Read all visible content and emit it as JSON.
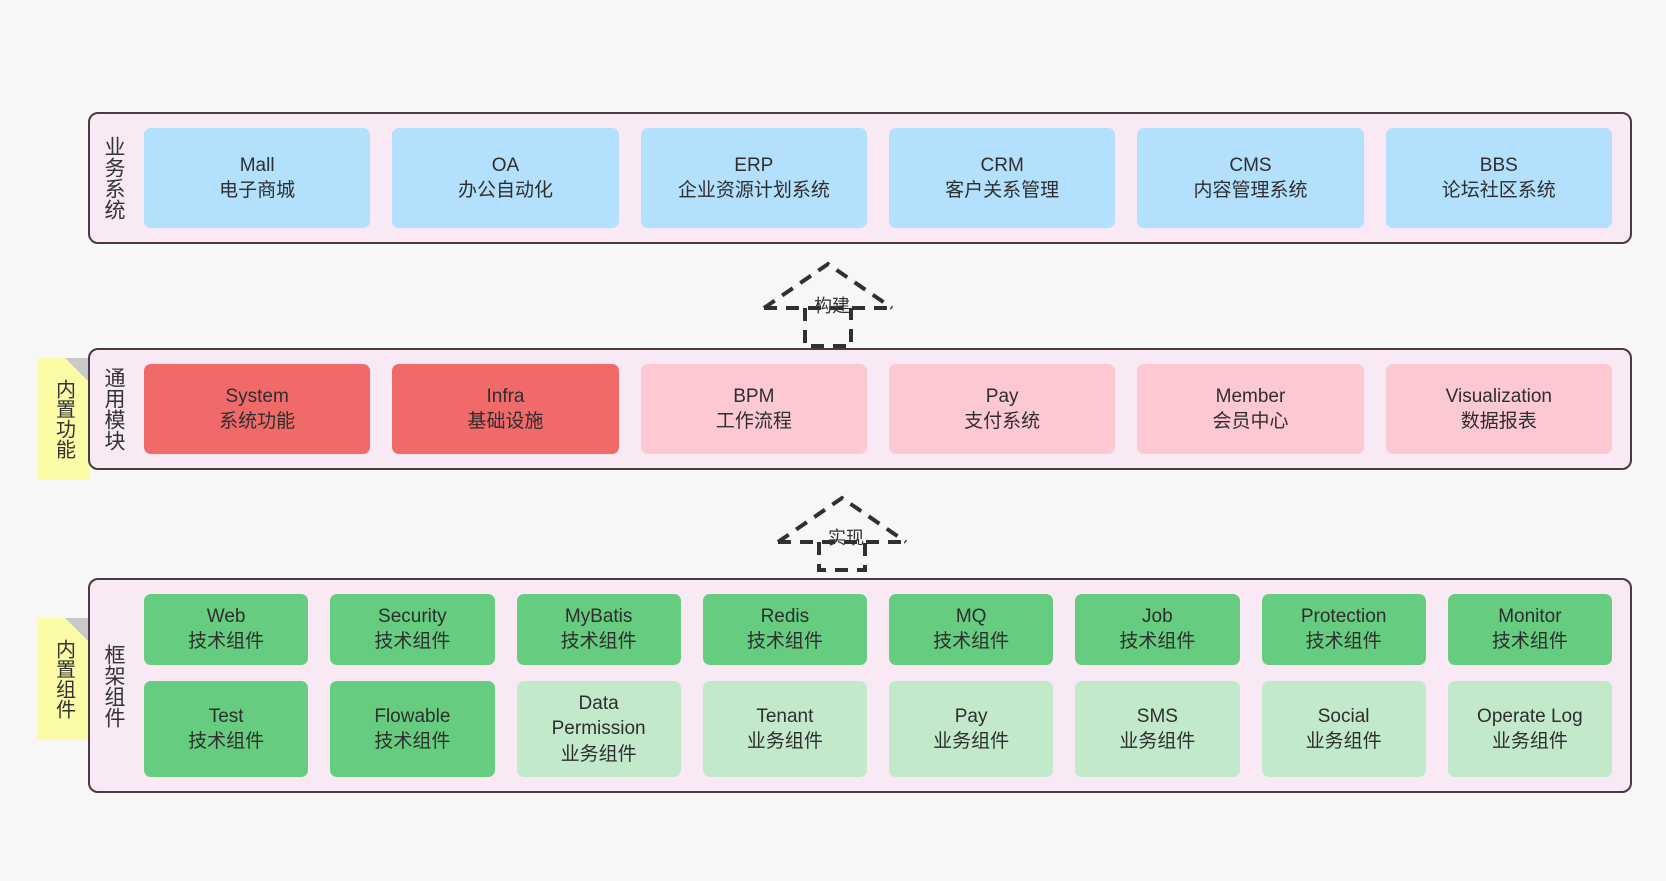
{
  "diagram": {
    "background_color": "#f7f7f7",
    "panel_color": "#f8e9f4",
    "panel_border_color": "#4a3a42",
    "note_color": "#fcfba6",
    "note_fold_color": "#c9c9c9"
  },
  "layers": [
    {
      "title": "业务系统",
      "rows": [
        {
          "nodes": [
            {
              "name": "Mall",
              "desc": "电子商城",
              "color": "#b3e0fc",
              "style": "blue"
            },
            {
              "name": "OA",
              "desc": "办公自动化",
              "color": "#b3e0fc",
              "style": "blue"
            },
            {
              "name": "ERP",
              "desc": "企业资源计划系统",
              "color": "#b3e0fc",
              "style": "blue"
            },
            {
              "name": "CRM",
              "desc": "客户关系管理",
              "color": "#b3e0fc",
              "style": "blue"
            },
            {
              "name": "CMS",
              "desc": "内容管理系统",
              "color": "#b3e0fc",
              "style": "blue"
            },
            {
              "name": "BBS",
              "desc": "论坛社区系统",
              "color": "#b3e0fc",
              "style": "blue"
            }
          ]
        }
      ]
    },
    {
      "title": "通用模块",
      "note": "内置功能",
      "rows": [
        {
          "nodes": [
            {
              "name": "System",
              "desc": "系统功能",
              "color": "#f16a6a",
              "style": "redd"
            },
            {
              "name": "Infra",
              "desc": "基础设施",
              "color": "#f16a6a",
              "style": "redd"
            },
            {
              "name": "BPM",
              "desc": "工作流程",
              "color": "#fcc9d3",
              "style": "pinkk"
            },
            {
              "name": "Pay",
              "desc": "支付系统",
              "color": "#fcc9d3",
              "style": "pinkk"
            },
            {
              "name": "Member",
              "desc": "会员中心",
              "color": "#fcc9d3",
              "style": "pinkk"
            },
            {
              "name": "Visualization",
              "desc": "数据报表",
              "color": "#fcc9d3",
              "style": "pinkk"
            }
          ]
        }
      ]
    },
    {
      "title": "框架组件",
      "note": "内置组件",
      "rows": [
        {
          "nodes": [
            {
              "name": "Web",
              "desc": "技术组件",
              "color": "#66cc7f",
              "style": "greenn"
            },
            {
              "name": "Security",
              "desc": "技术组件",
              "color": "#66cc7f",
              "style": "greenn"
            },
            {
              "name": "MyBatis",
              "desc": "技术组件",
              "color": "#66cc7f",
              "style": "greenn"
            },
            {
              "name": "Redis",
              "desc": "技术组件",
              "color": "#66cc7f",
              "style": "greenn"
            },
            {
              "name": "MQ",
              "desc": "技术组件",
              "color": "#66cc7f",
              "style": "greenn"
            },
            {
              "name": "Job",
              "desc": "技术组件",
              "color": "#66cc7f",
              "style": "greenn"
            },
            {
              "name": "Protection",
              "desc": "技术组件",
              "color": "#66cc7f",
              "style": "greenn"
            },
            {
              "name": "Monitor",
              "desc": "技术组件",
              "color": "#66cc7f",
              "style": "greenn"
            }
          ]
        },
        {
          "nodes": [
            {
              "name": "Test",
              "desc": "技术组件",
              "color": "#66cc7f",
              "style": "greenn"
            },
            {
              "name": "Flowable",
              "desc": "技术组件",
              "color": "#66cc7f",
              "style": "greenn"
            },
            {
              "name": "Data Permission",
              "name2": "Data",
              "name3": "Permission",
              "desc": "业务组件",
              "color": "#c3e9cb",
              "style": "greenl"
            },
            {
              "name": "Tenant",
              "desc": "业务组件",
              "color": "#c3e9cb",
              "style": "greenl"
            },
            {
              "name": "Pay",
              "desc": "业务组件",
              "color": "#c3e9cb",
              "style": "greenl"
            },
            {
              "name": "SMS",
              "desc": "业务组件",
              "color": "#c3e9cb",
              "style": "greenl"
            },
            {
              "name": "Social",
              "desc": "业务组件",
              "color": "#c3e9cb",
              "style": "greenl"
            },
            {
              "name": "Operate Log",
              "desc": "业务组件",
              "color": "#c3e9cb",
              "style": "greenl"
            }
          ]
        }
      ]
    }
  ],
  "connectors": [
    {
      "label": "构建",
      "from": "通用模块",
      "to": "业务系统",
      "style": "dashed-generalization-up"
    },
    {
      "label": "实现",
      "from": "框架组件",
      "to": "通用模块",
      "style": "dashed-generalization-up"
    }
  ]
}
